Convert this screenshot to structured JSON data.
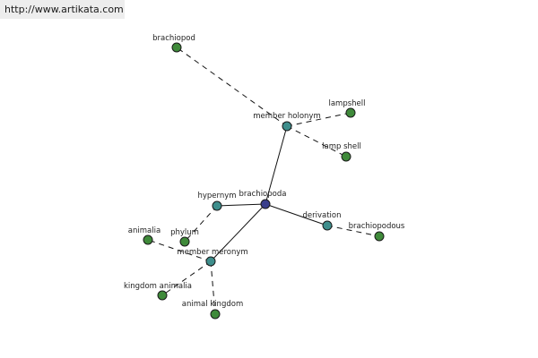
{
  "banner": {
    "url_text": "http://www.artikata.com"
  },
  "colors": {
    "center": "#3a3f8c",
    "relation": "#3e8e8c",
    "leaf": "#3f8a3a"
  },
  "graph": {
    "nodes": [
      {
        "id": "brachiopoda",
        "label": "brachiopoda",
        "kind": "center"
      },
      {
        "id": "member-holonym",
        "label": "member holonym",
        "kind": "relation"
      },
      {
        "id": "hypernym",
        "label": "hypernym",
        "kind": "relation"
      },
      {
        "id": "derivation",
        "label": "derivation",
        "kind": "relation"
      },
      {
        "id": "member-meronym",
        "label": "member meronym",
        "kind": "relation"
      },
      {
        "id": "brachiopod",
        "label": "brachiopod",
        "kind": "leaf"
      },
      {
        "id": "lampshell",
        "label": "lampshell",
        "kind": "leaf"
      },
      {
        "id": "lamp-shell",
        "label": "lamp shell",
        "kind": "leaf"
      },
      {
        "id": "phylum",
        "label": "phylum",
        "kind": "leaf"
      },
      {
        "id": "brachiopodous",
        "label": "brachiopodous",
        "kind": "leaf"
      },
      {
        "id": "animalia",
        "label": "animalia",
        "kind": "leaf"
      },
      {
        "id": "kingdom-animalia",
        "label": "kingdom animalia",
        "kind": "leaf"
      },
      {
        "id": "animal-kingdom",
        "label": "animal kingdom",
        "kind": "leaf"
      }
    ],
    "edges": [
      {
        "from": "brachiopoda",
        "to": "member-holonym",
        "style": "solid"
      },
      {
        "from": "brachiopoda",
        "to": "hypernym",
        "style": "solid"
      },
      {
        "from": "brachiopoda",
        "to": "derivation",
        "style": "solid"
      },
      {
        "from": "brachiopoda",
        "to": "member-meronym",
        "style": "solid"
      },
      {
        "from": "member-holonym",
        "to": "brachiopod",
        "style": "dashed"
      },
      {
        "from": "member-holonym",
        "to": "lampshell",
        "style": "dashed"
      },
      {
        "from": "member-holonym",
        "to": "lamp-shell",
        "style": "dashed"
      },
      {
        "from": "hypernym",
        "to": "phylum",
        "style": "dashed"
      },
      {
        "from": "derivation",
        "to": "brachiopodous",
        "style": "dashed"
      },
      {
        "from": "member-meronym",
        "to": "animalia",
        "style": "dashed"
      },
      {
        "from": "member-meronym",
        "to": "kingdom-animalia",
        "style": "dashed"
      },
      {
        "from": "member-meronym",
        "to": "animal-kingdom",
        "style": "dashed"
      }
    ]
  }
}
